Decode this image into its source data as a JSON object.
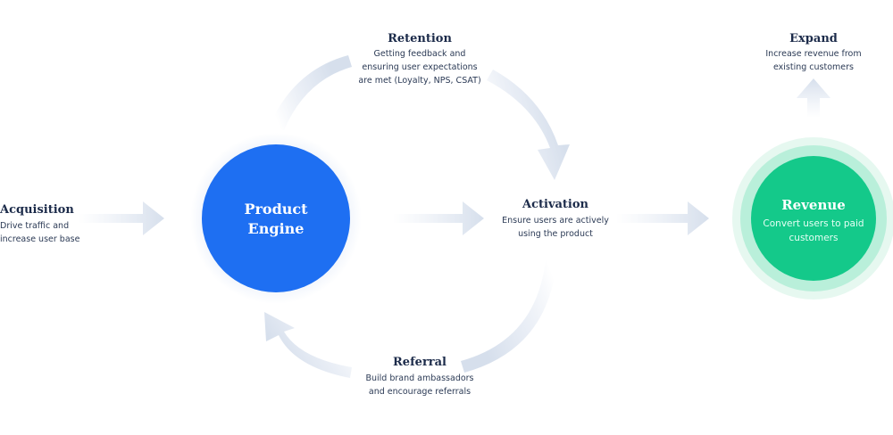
{
  "colors": {
    "engine": "#1e6ff2",
    "revenue": "#14c98a",
    "revenue_ring": "#b9efda",
    "arrow": "#dfe6f1",
    "text_dark": "#1c2b4a"
  },
  "engine": {
    "title_line1": "Product",
    "title_line2": "Engine"
  },
  "acquisition": {
    "title": "Acquisition",
    "desc_line1": "Drive traffic and",
    "desc_line2": "increase user base"
  },
  "retention": {
    "title": "Retention",
    "desc_line1": "Getting feedback and",
    "desc_line2": "ensuring user expectations",
    "desc_line3": "are met (Loyalty, NPS, CSAT)"
  },
  "activation": {
    "title": "Activation",
    "desc_line1": "Ensure users are actively",
    "desc_line2": "using the product"
  },
  "referral": {
    "title": "Referral",
    "desc_line1": "Build brand ambassadors",
    "desc_line2": "and encourage referrals"
  },
  "revenue": {
    "title": "Revenue",
    "desc_line1": "Convert users to paid",
    "desc_line2": "customers"
  },
  "expand": {
    "title": "Expand",
    "desc_line1": "Increase revenue from",
    "desc_line2": "existing customers"
  }
}
